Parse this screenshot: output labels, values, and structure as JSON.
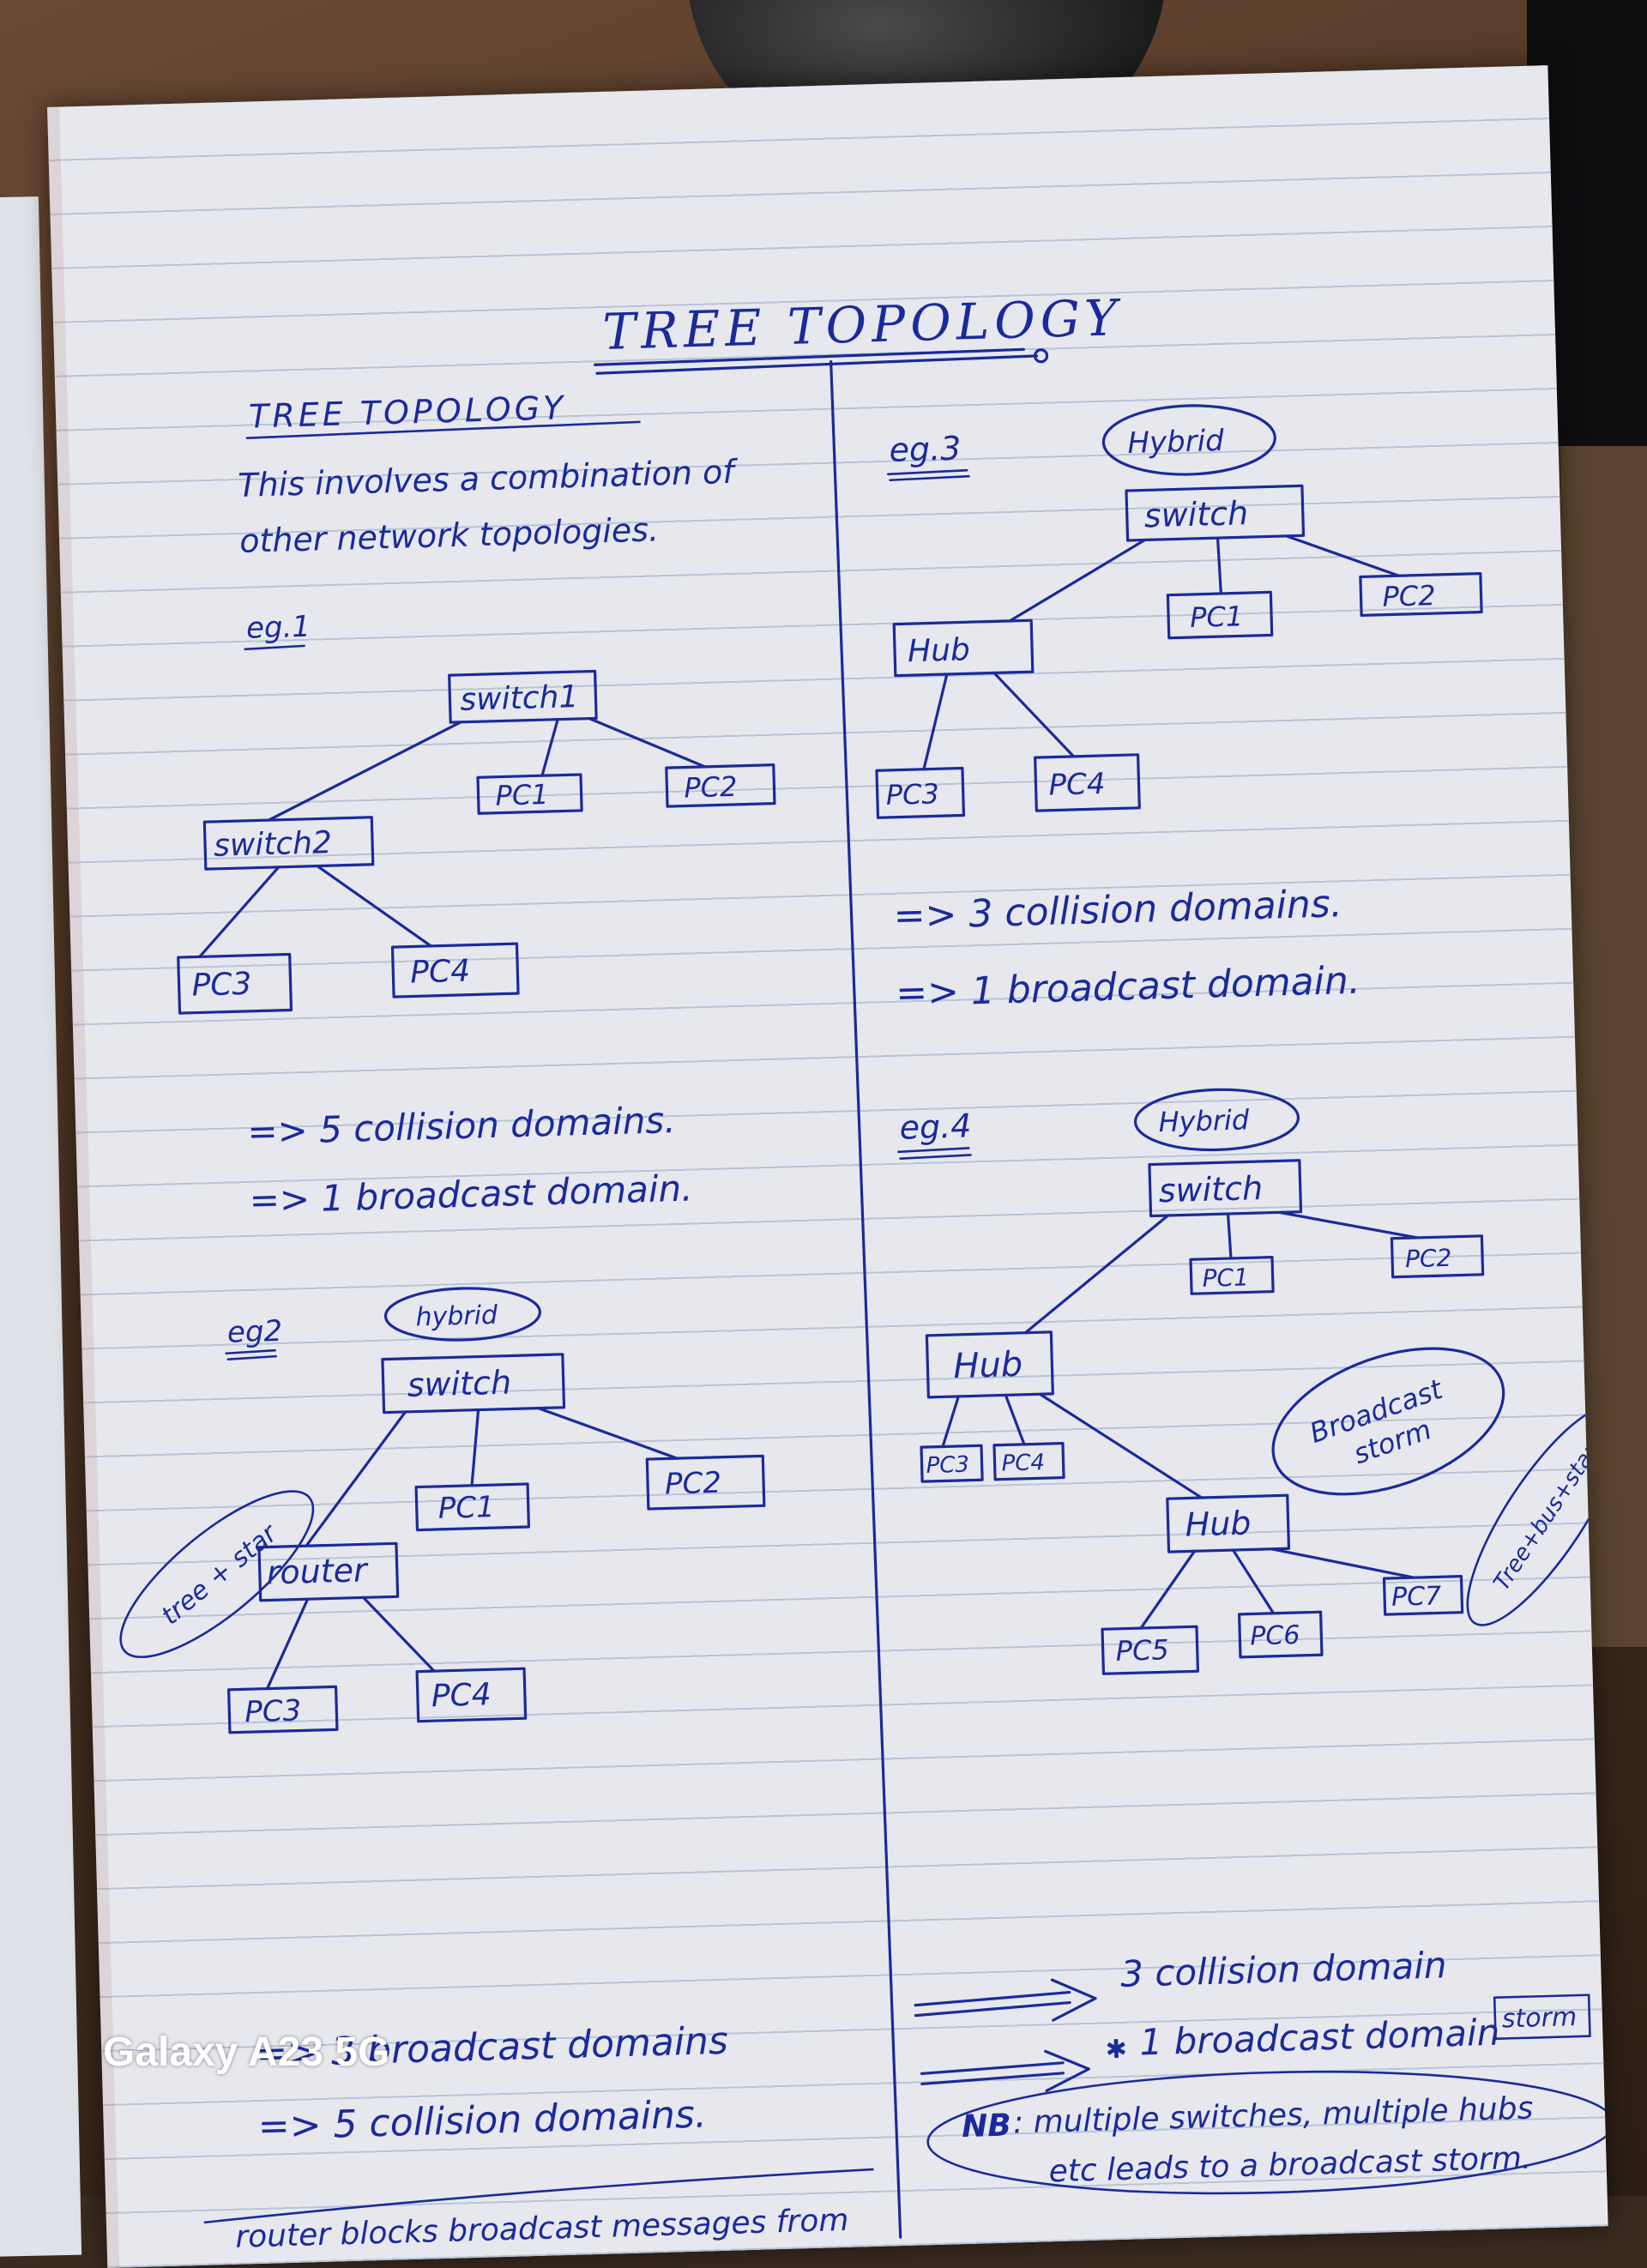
{
  "title": "TREE TOPOLOGY",
  "left": {
    "heading": "TREE TOPOLOGY",
    "intro_line1": "This involves a combination of",
    "intro_line2": "other network topologies.",
    "eg1": {
      "label": "eg.1",
      "nodes": [
        "switch1",
        "PC1",
        "PC2",
        "switch2",
        "PC3",
        "PC4"
      ],
      "result1": "=> 5 collision domains.",
      "result2": "=> 1 broadcast domain."
    },
    "eg2": {
      "label": "eg2",
      "cloud": "hybrid",
      "side_note": "tree + star",
      "nodes": [
        "switch",
        "PC1",
        "PC2",
        "router",
        "PC3",
        "PC4"
      ],
      "result1": "=> 3 broadcast domains",
      "result2": "=> 5 collision domains.",
      "footnote": "router blocks broadcast messages from"
    }
  },
  "right": {
    "eg3": {
      "label": "eg.3",
      "cloud": "Hybrid",
      "nodes": [
        "switch",
        "PC1",
        "PC2",
        "Hub",
        "PC3",
        "PC4"
      ],
      "result1": "=> 3 collision domains.",
      "result2": "=> 1 broadcast domain."
    },
    "eg4": {
      "label": "eg.4",
      "cloud": "Hybrid",
      "storm_cloud_line1": "Broadcast",
      "storm_cloud_line2": "storm",
      "side_note": "Tree+bus+star",
      "nodes": [
        "switch",
        "PC1",
        "PC2",
        "Hub",
        "PC3",
        "PC4",
        "Hub",
        "PC5",
        "PC6",
        "PC7"
      ],
      "result1": "3 collision domain",
      "result2": "1 broadcast domain",
      "storm_tag": "storm",
      "nb_label": "NB",
      "nb_line1": ": multiple switches, multiple hubs",
      "nb_line2": "etc leads to a broadcast storm."
    }
  },
  "watermark": "Galaxy A23 5G"
}
